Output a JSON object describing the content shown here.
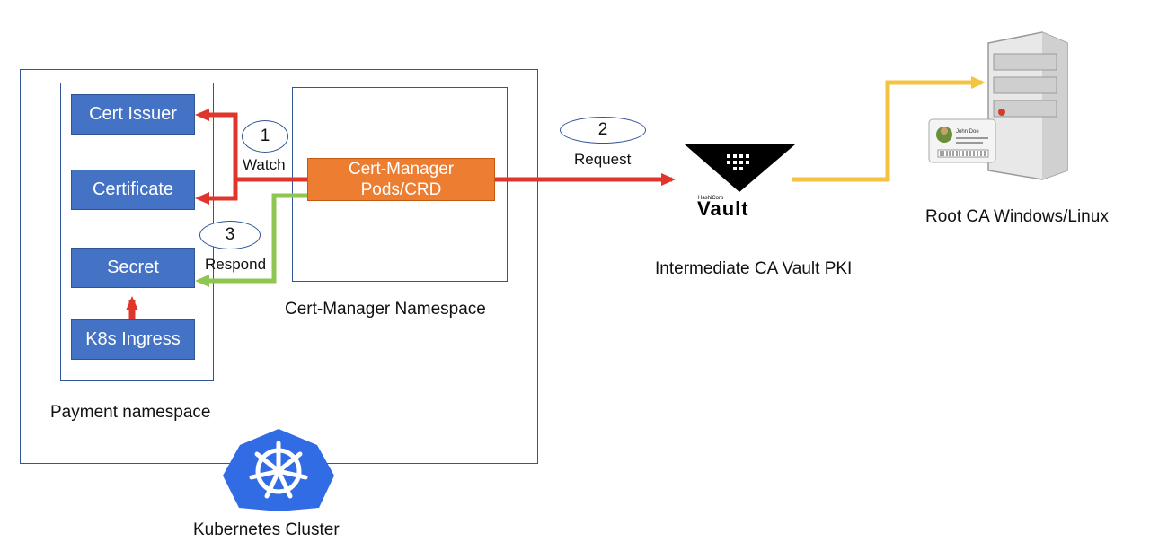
{
  "cluster": {
    "label": "Kubernetes Cluster",
    "logo_icon": "kubernetes-helm-icon",
    "logo_color": "#326ce5"
  },
  "payment_namespace": {
    "label": "Payment namespace",
    "items": {
      "cert_issuer": "Cert Issuer",
      "certificate": "Certificate",
      "secret": "Secret",
      "ingress": "K8s Ingress"
    }
  },
  "cert_manager": {
    "namespace_label": "Cert-Manager Namespace",
    "pods_line1": "Cert-Manager",
    "pods_line2": "Pods/CRD"
  },
  "steps": [
    {
      "number": "1",
      "label": "Watch"
    },
    {
      "number": "2",
      "label": "Request"
    },
    {
      "number": "3",
      "label": "Respond"
    }
  ],
  "vault": {
    "label": "Intermediate CA Vault PKI",
    "logo_brand": "HashiCorp",
    "logo_text": "Vault"
  },
  "root_ca": {
    "label": "Root CA Windows/Linux",
    "card_name": "John Doe",
    "icon": "server-tower-icon"
  },
  "colors": {
    "box_blue": "#4472c4",
    "orange": "#ed7d31",
    "red_arrow": "#e0352b",
    "green_arrow": "#8fc651",
    "yellow_arrow": "#f5c342"
  }
}
